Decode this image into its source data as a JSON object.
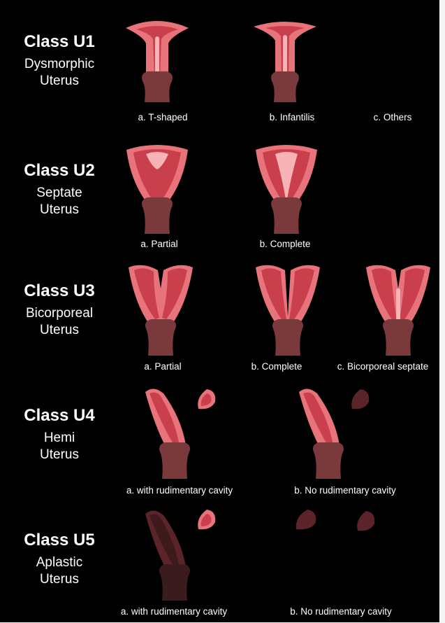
{
  "rows": [
    {
      "class_name": "Class U1",
      "subtitle_line1": "Dysmorphic",
      "subtitle_line2": "Uterus",
      "captions": [
        "a. T-shaped",
        "b. Infantilis",
        "c. Others"
      ]
    },
    {
      "class_name": "Class U2",
      "subtitle_line1": "Septate",
      "subtitle_line2": "Uterus",
      "captions": [
        "a. Partial",
        "b. Complete"
      ]
    },
    {
      "class_name": "Class U3",
      "subtitle_line1": "Bicorporeal",
      "subtitle_line2": "Uterus",
      "captions": [
        "a. Partial",
        "b. Complete",
        "c. Bicorporeal septate"
      ]
    },
    {
      "class_name": "Class U4",
      "subtitle_line1": "Hemi",
      "subtitle_line2": "Uterus",
      "captions": [
        "a. with rudimentary cavity",
        "b. No rudimentary cavity"
      ]
    },
    {
      "class_name": "Class U5",
      "subtitle_line1": "Aplastic",
      "subtitle_line2": "Uterus",
      "captions": [
        "a. with rudimentary cavity",
        "b. No rudimentary cavity"
      ]
    }
  ],
  "colors": {
    "background": "#000000",
    "tissue": "#e8737a",
    "cavity": "#c9404c",
    "highlight": "#f7b3b5",
    "cervix": "#7a3a3c",
    "faded": "#5a2428"
  }
}
